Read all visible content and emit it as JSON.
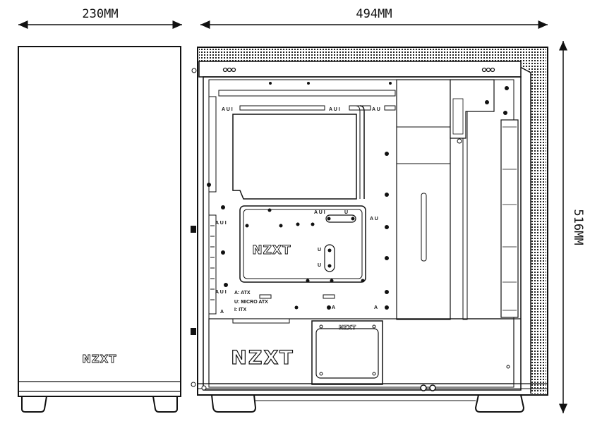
{
  "dimensions": {
    "width": "230MM",
    "length": "494MM",
    "height": "516MM"
  },
  "front_view": {
    "brand": "NZXT"
  },
  "side_view": {
    "brand_panel": "NZXT",
    "brand_motherboard_tray": "NZXT",
    "brand_psu_bracket": "NZXT",
    "standoff_legend": [
      {
        "key": "A:",
        "value": "ATX"
      },
      {
        "key": "U:",
        "value": "MICRO  ATX"
      },
      {
        "key": "I:",
        "value": "ITX"
      }
    ],
    "hole_labels": {
      "top_left": "A U I",
      "top_mid": "A U I",
      "top_right": "A U",
      "left_col": "A U I",
      "tray_top": "A U I",
      "tray_right_u": "U",
      "tray_right_a": "A U",
      "tray_u1": "U",
      "tray_u2": "U",
      "bottom_a": "A",
      "bottom_a2": "A",
      "left_bottom": "A",
      "left_bottom2": "A U I"
    }
  }
}
